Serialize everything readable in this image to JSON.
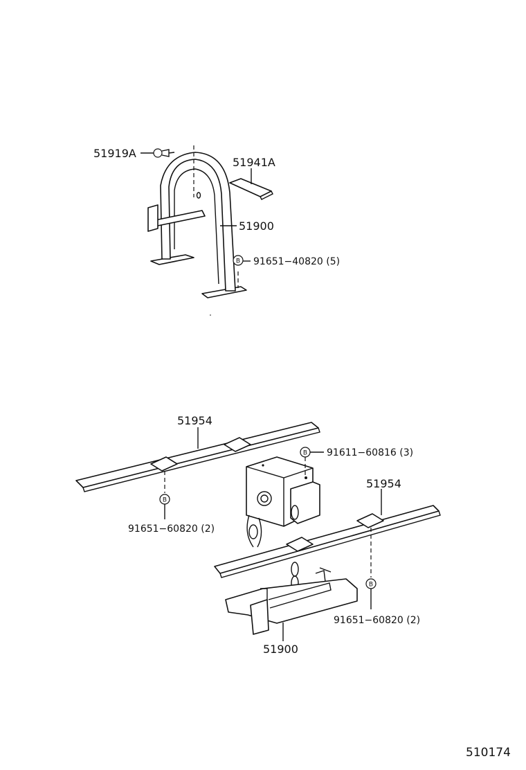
{
  "callouts": {
    "part_51919A": "51919A",
    "part_51941A": "51941A",
    "part_51900_top": "51900",
    "bolt_top": "91651−40820 (5)",
    "part_51954_left": "51954",
    "part_51954_right": "51954",
    "bolt_60816": "91611−60816 (3)",
    "bolt_left_60820": "91651−60820 (2)",
    "bolt_right_60820": "91651−60820 (2)",
    "part_51900_bottom": "51900"
  },
  "bolt_symbol": "B",
  "illustration_id": "510174"
}
